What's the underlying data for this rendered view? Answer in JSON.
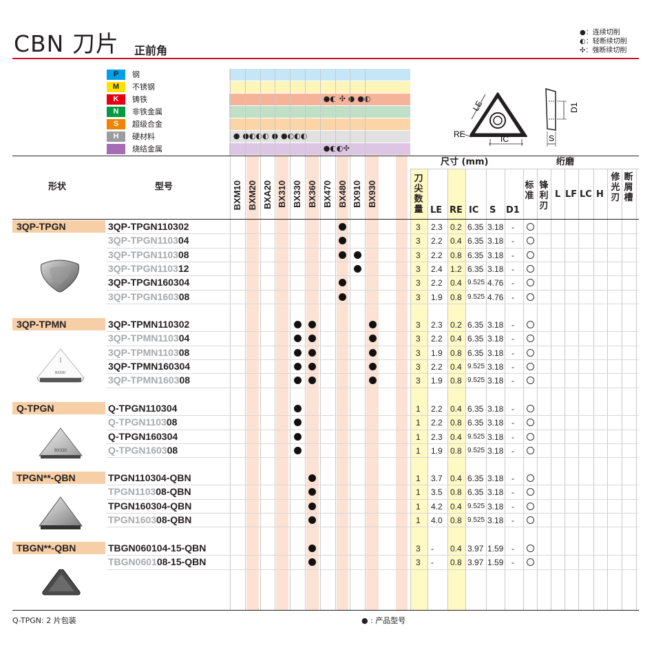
{
  "header": {
    "title": "CBN 刀片",
    "subtitle": "正前角"
  },
  "legend": [
    {
      "sym": "●",
      "text": "连续切削"
    },
    {
      "sym": "◐",
      "text": "轻断续切削"
    },
    {
      "sym": "✣",
      "text": "强断续切削"
    }
  ],
  "materials": [
    {
      "code": "P",
      "name": "钢",
      "color": "#00a0e9",
      "bg": "#c6e6f7",
      "sym": ""
    },
    {
      "code": "M",
      "name": "不锈钢",
      "color": "#ffe100",
      "bg": "#fff5b8",
      "sym": ""
    },
    {
      "code": "K",
      "name": "铸铁",
      "color": "#e60012",
      "bg": "#f5b39a",
      "sym": "●◐ ✣  ● ●◐"
    },
    {
      "code": "N",
      "name": "非铁金属",
      "color": "#009944",
      "bg": "#bfe0c6",
      "sym": ""
    },
    {
      "code": "S",
      "name": "超级合金",
      "color": "#f08300",
      "bg": "#fbd5a8",
      "sym": ""
    },
    {
      "code": "H",
      "name": "硬材料",
      "color": "#9a9c9f",
      "bg": "#e1e1e1",
      "sym": "●  ●◐◐◐  ●  ●◐◐◐"
    },
    {
      "code": "",
      "name": "烧结金属",
      "color": "#a66cb5",
      "bg": "#ddc6e3",
      "sym": "●◐◐✣"
    }
  ],
  "table": {
    "shape_header": "形状",
    "model_header": "型号",
    "grades": [
      "BXM10",
      "BXM20",
      "BXA20",
      "BX310",
      "BX330",
      "BX360",
      "BX470",
      "BX480",
      "BX910",
      "BX930"
    ],
    "size_header": "尺寸 (mm)",
    "edge_header": "绗磨",
    "tip_count_header": "刀尖数量",
    "dims": [
      "LE",
      "RE",
      "IC",
      "S",
      "D1"
    ],
    "edge_cols": [
      "标准",
      "锋利刃",
      "L",
      "LF",
      "LC",
      "H"
    ],
    "wiper_header": "修光刃",
    "breaker_header": "断屑槽"
  },
  "groups": [
    {
      "name": "3QP-TPGN",
      "rows": [
        {
          "pre": "3QP-TPGN110302",
          "suf": "",
          "grey": false,
          "dots": [
            7
          ],
          "n": "3",
          "le": "2.3",
          "re": "0.2",
          "ic": "6.35",
          "s": "3.18",
          "d1": "-"
        },
        {
          "pre": "3QP-TPGN1103",
          "suf": "04",
          "grey": true,
          "dots": [
            7
          ],
          "n": "3",
          "le": "2.2",
          "re": "0.4",
          "ic": "6.35",
          "s": "3.18",
          "d1": "-"
        },
        {
          "pre": "3QP-TPGN1103",
          "suf": "08",
          "grey": true,
          "dots": [
            7,
            8
          ],
          "n": "3",
          "le": "2.2",
          "re": "0.8",
          "ic": "6.35",
          "s": "3.18",
          "d1": "-"
        },
        {
          "pre": "3QP-TPGN1103",
          "suf": "12",
          "grey": true,
          "dots": [
            8
          ],
          "n": "3",
          "le": "2.4",
          "re": "1.2",
          "ic": "6.35",
          "s": "3.18",
          "d1": "-"
        },
        {
          "pre": "3QP-TPGN160304",
          "suf": "",
          "grey": false,
          "dots": [
            7
          ],
          "n": "3",
          "le": "2.2",
          "re": "0.4",
          "ic": "9.525",
          "s": "4.76",
          "d1": "-"
        },
        {
          "pre": "3QP-TPGN1603",
          "suf": "08",
          "grey": true,
          "dots": [
            7
          ],
          "n": "3",
          "le": "1.9",
          "re": "0.8",
          "ic": "9.525",
          "s": "4.76",
          "d1": "-"
        }
      ]
    },
    {
      "name": "3QP-TPMN",
      "rows": [
        {
          "pre": "3QP-TPMN110302",
          "suf": "",
          "grey": false,
          "dots": [
            4,
            5,
            9
          ],
          "n": "3",
          "le": "2.3",
          "re": "0.2",
          "ic": "6.35",
          "s": "3.18",
          "d1": "-"
        },
        {
          "pre": "3QP-TPMN1103",
          "suf": "04",
          "grey": true,
          "dots": [
            4,
            5,
            9
          ],
          "n": "3",
          "le": "2.2",
          "re": "0.4",
          "ic": "6.35",
          "s": "3.18",
          "d1": "-"
        },
        {
          "pre": "3QP-TPMN1103",
          "suf": "08",
          "grey": true,
          "dots": [
            4,
            5,
            9
          ],
          "n": "3",
          "le": "1.9",
          "re": "0.8",
          "ic": "6.35",
          "s": "3.18",
          "d1": "-"
        },
        {
          "pre": "3QP-TPMN160304",
          "suf": "",
          "grey": false,
          "dots": [
            4,
            5,
            9
          ],
          "n": "3",
          "le": "2.2",
          "re": "0.4",
          "ic": "9.525",
          "s": "3.18",
          "d1": "-"
        },
        {
          "pre": "3QP-TPMN1603",
          "suf": "08",
          "grey": true,
          "dots": [
            4,
            5,
            9
          ],
          "n": "3",
          "le": "1.9",
          "re": "0.8",
          "ic": "9.525",
          "s": "3.18",
          "d1": "-"
        }
      ]
    },
    {
      "name": "Q-TPGN",
      "rows": [
        {
          "pre": "Q-TPGN110304",
          "suf": "",
          "grey": false,
          "dots": [
            4
          ],
          "n": "1",
          "le": "2.2",
          "re": "0.4",
          "ic": "6.35",
          "s": "3.18",
          "d1": "-"
        },
        {
          "pre": "Q-TPGN1103",
          "suf": "08",
          "grey": true,
          "dots": [
            4
          ],
          "n": "1",
          "le": "2.2",
          "re": "0.8",
          "ic": "6.35",
          "s": "3.18",
          "d1": "-"
        },
        {
          "pre": "Q-TPGN160304",
          "suf": "",
          "grey": false,
          "dots": [
            4
          ],
          "n": "1",
          "le": "2.3",
          "re": "0.4",
          "ic": "9.525",
          "s": "3.18",
          "d1": "-"
        },
        {
          "pre": "Q-TPGN1603",
          "suf": "08",
          "grey": true,
          "dots": [
            4
          ],
          "n": "1",
          "le": "1.9",
          "re": "0.8",
          "ic": "9.525",
          "s": "3.18",
          "d1": "-"
        }
      ]
    },
    {
      "name": "TPGN**-QBN",
      "rows": [
        {
          "pre": "TPGN110304-QBN",
          "suf": "",
          "grey": false,
          "dots": [
            5
          ],
          "n": "1",
          "le": "3.7",
          "re": "0.4",
          "ic": "6.35",
          "s": "3.18",
          "d1": "-"
        },
        {
          "pre": "TPGN1103",
          "suf": "08-QBN",
          "grey": true,
          "dots": [
            5
          ],
          "n": "1",
          "le": "3.5",
          "re": "0.8",
          "ic": "6.35",
          "s": "3.18",
          "d1": "-"
        },
        {
          "pre": "TPGN160304-QBN",
          "suf": "",
          "grey": false,
          "dots": [
            5
          ],
          "n": "1",
          "le": "4.2",
          "re": "0.4",
          "ic": "9.525",
          "s": "3.18",
          "d1": "-"
        },
        {
          "pre": "TPGN1603",
          "suf": "08-QBN",
          "grey": true,
          "dots": [
            5
          ],
          "n": "1",
          "le": "4.0",
          "re": "0.8",
          "ic": "9.525",
          "s": "3.18",
          "d1": "-"
        }
      ]
    },
    {
      "name": "TBGN**-QBN",
      "rows": [
        {
          "pre": "TBGN060104-15-QBN",
          "suf": "",
          "grey": false,
          "dots": [
            5
          ],
          "n": "3",
          "le": "-",
          "re": "0.4",
          "ic": "3.97",
          "s": "1.59",
          "d1": "-"
        },
        {
          "pre": "TBGN0601",
          "suf": "08-15-QBN",
          "grey": true,
          "dots": [
            5
          ],
          "n": "3",
          "le": "-",
          "re": "0.8",
          "ic": "3.97",
          "s": "1.59",
          "d1": "-"
        }
      ]
    }
  ],
  "circle_mark": "○",
  "diagram_labels": {
    "le": "LE",
    "re": "RE",
    "ic": "IC",
    "s": "S",
    "d1": "D1"
  },
  "insert_marks": {
    "tpmn": "BX330",
    "qtpgn": "BX330"
  },
  "footer": {
    "left": "Q-TPGN: 2 片包装",
    "right": "● : 产品型号"
  }
}
